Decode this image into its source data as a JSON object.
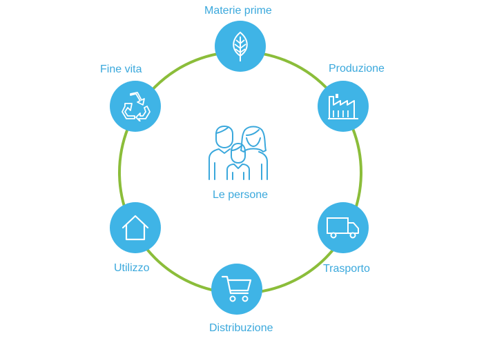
{
  "diagram": {
    "center_label": "Le persone",
    "stages": [
      {
        "key": "materie",
        "label": "Materie prime",
        "icon": "leaf-icon"
      },
      {
        "key": "produzione",
        "label": "Produzione",
        "icon": "factory-icon"
      },
      {
        "key": "trasporto",
        "label": "Trasporto",
        "icon": "truck-icon"
      },
      {
        "key": "distribuzione",
        "label": "Distribuzione",
        "icon": "shopping-cart-icon"
      },
      {
        "key": "utilizzo",
        "label": "Utilizzo",
        "icon": "house-icon"
      },
      {
        "key": "fine",
        "label": "Fine vita",
        "icon": "recycle-icon"
      }
    ],
    "colors": {
      "ring": "#8bbd3a",
      "node_fill": "#3fb4e6",
      "label": "#3aa8dc",
      "people_icon": "#3aa8dc"
    }
  }
}
